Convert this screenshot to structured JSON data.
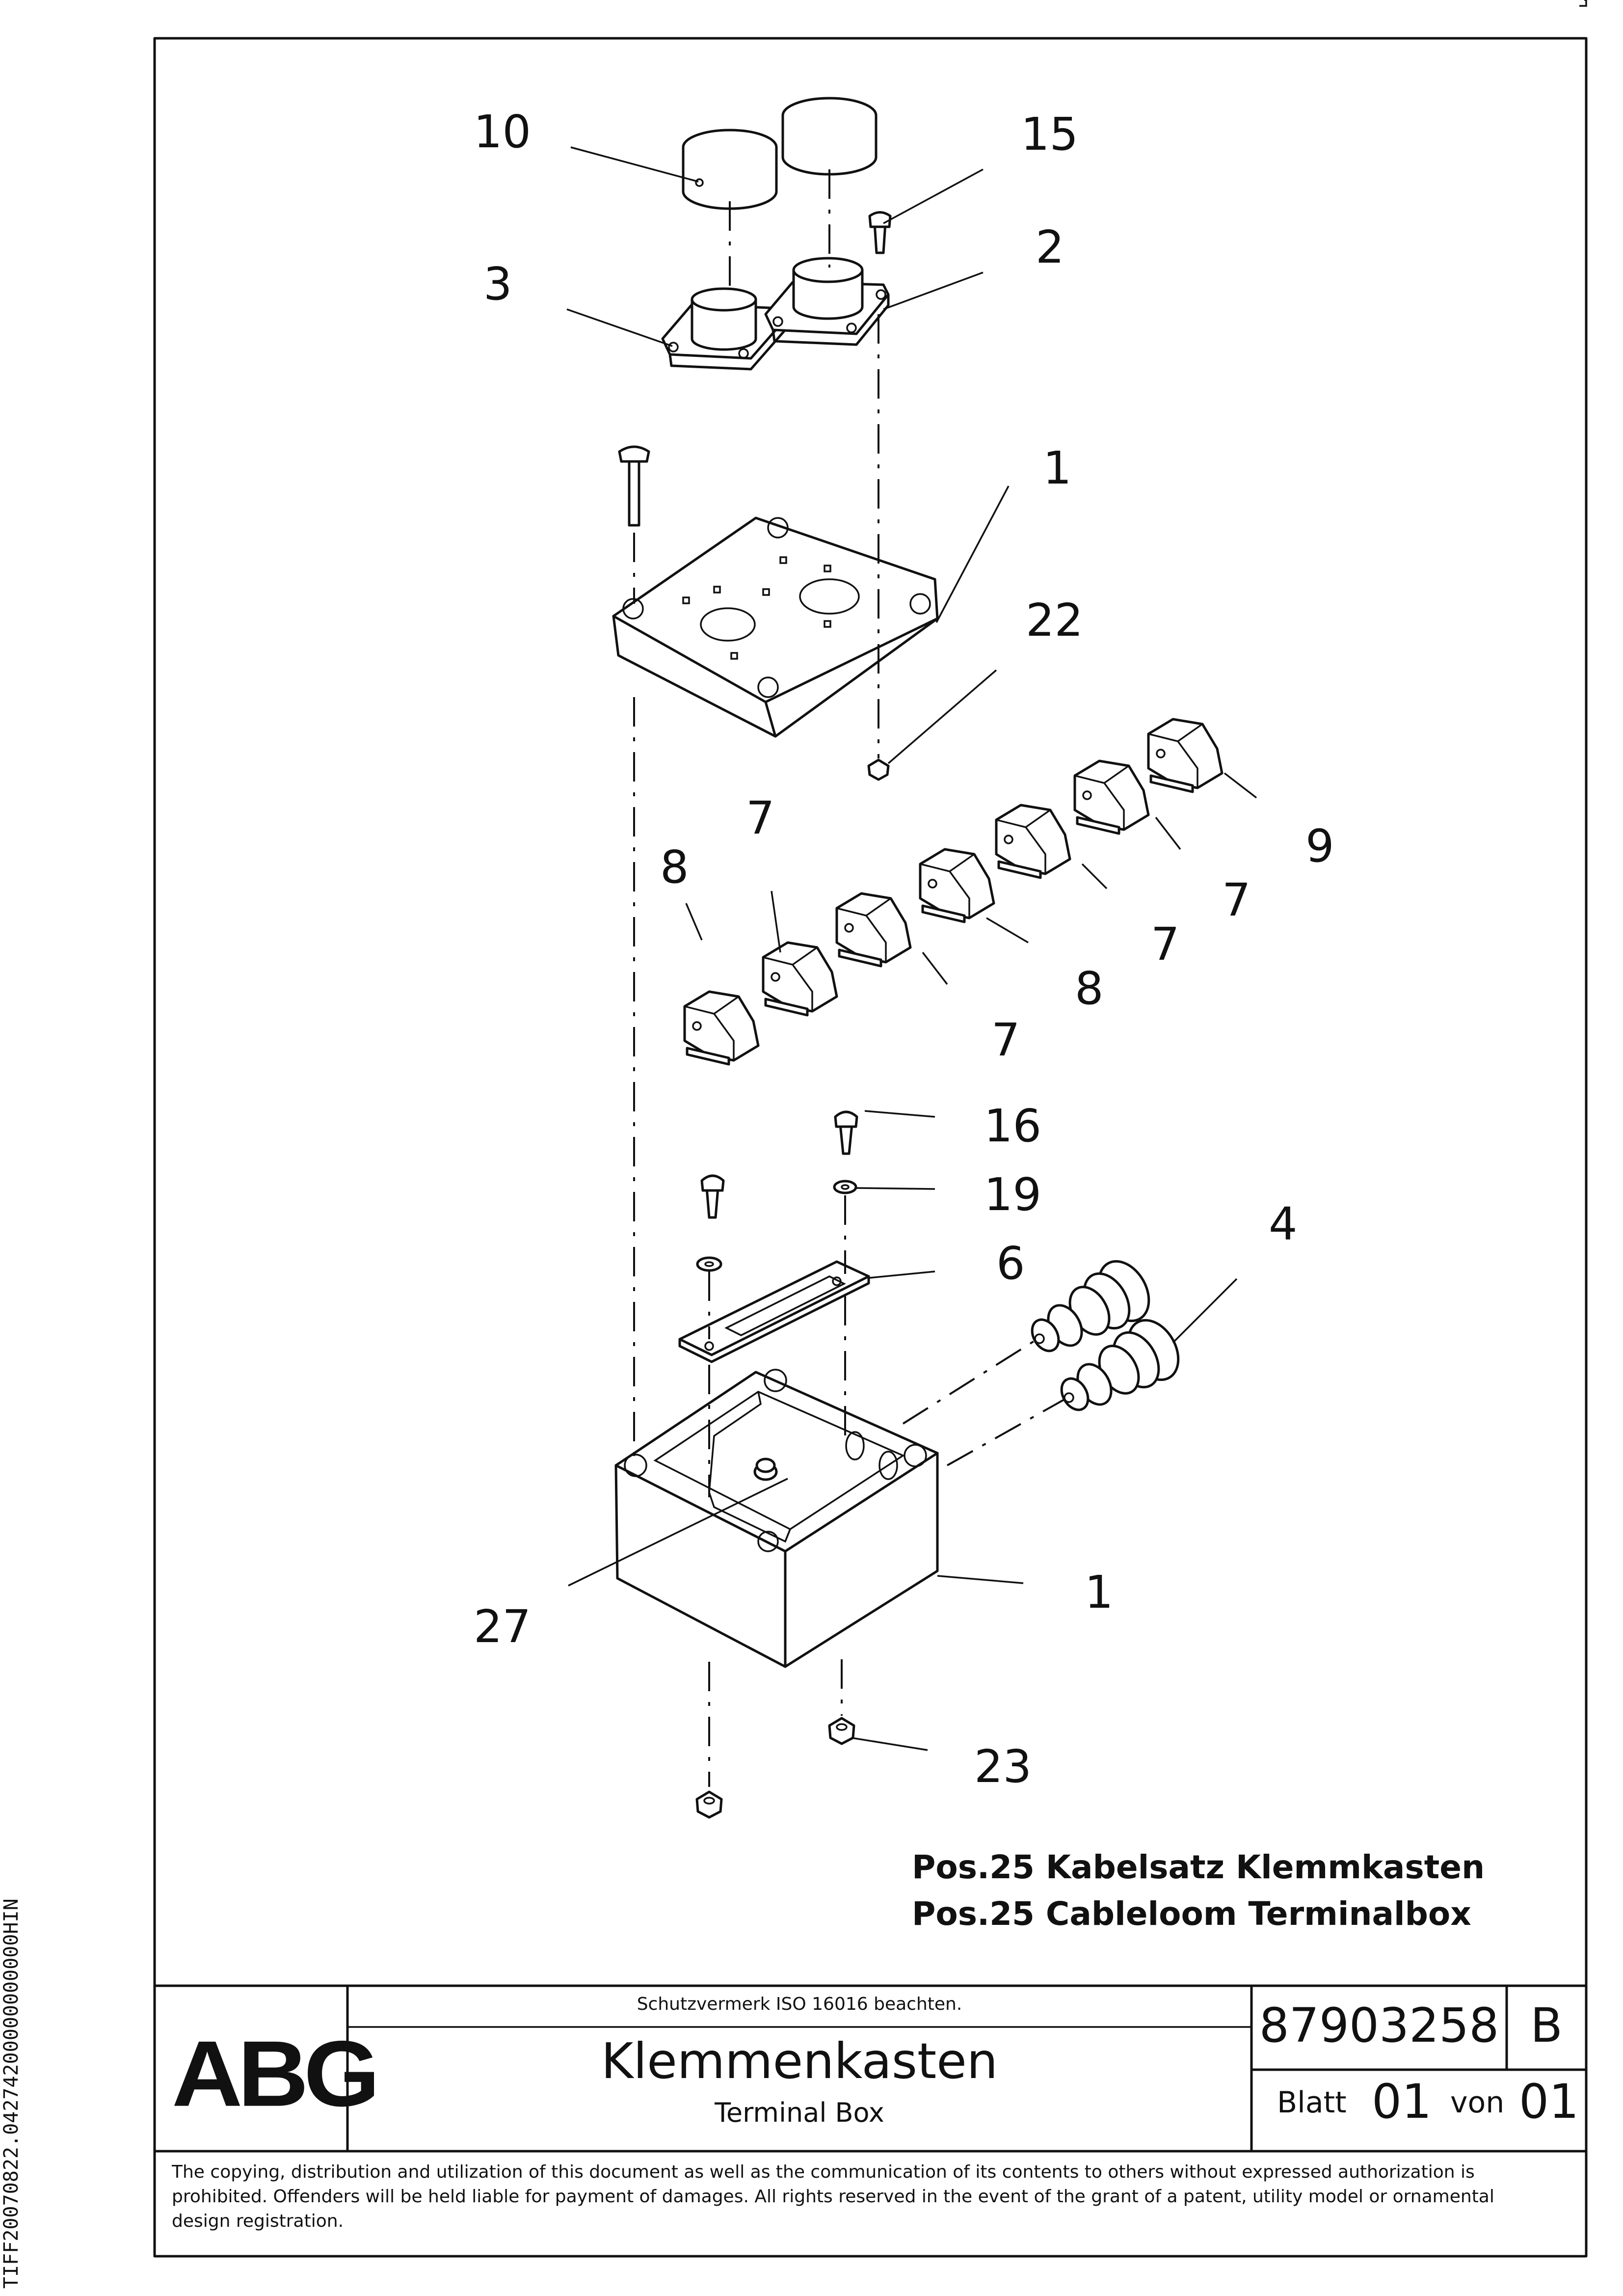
{
  "callouts": [
    {
      "id": "c10",
      "label": "10"
    },
    {
      "id": "c15",
      "label": "15"
    },
    {
      "id": "c3",
      "label": "3"
    },
    {
      "id": "c2",
      "label": "2"
    },
    {
      "id": "c1a",
      "label": "1"
    },
    {
      "id": "c22",
      "label": "22"
    },
    {
      "id": "c7a",
      "label": "7"
    },
    {
      "id": "c8a",
      "label": "8"
    },
    {
      "id": "c9",
      "label": "9"
    },
    {
      "id": "c7b",
      "label": "7"
    },
    {
      "id": "c7c",
      "label": "7"
    },
    {
      "id": "c8b",
      "label": "8"
    },
    {
      "id": "c7d",
      "label": "7"
    },
    {
      "id": "c16",
      "label": "16"
    },
    {
      "id": "c19",
      "label": "19"
    },
    {
      "id": "c6",
      "label": "6"
    },
    {
      "id": "c4",
      "label": "4"
    },
    {
      "id": "c1b",
      "label": "1"
    },
    {
      "id": "c27",
      "label": "27"
    },
    {
      "id": "c23",
      "label": "23"
    }
  ],
  "notes": {
    "pos_de": "Pos.25 Kabelsatz Klemmkasten",
    "pos_en": "Pos.25 Cableloom Terminalbox"
  },
  "title_block": {
    "logo": "ABG",
    "protection_note": "Schutzvermerk ISO 16016 beachten.",
    "title_de": "Klemmenkasten",
    "title_en": "Terminal Box",
    "drawing_number": "87903258",
    "revision": "B",
    "sheet_label": "Blatt",
    "sheet_number": "01",
    "of_label": "von",
    "sheet_total": "01"
  },
  "footer_text": "The copying, distribution and utilization of this document as well as the communication of its contents to others without expressed authorization is prohibited. Offenders will be held liable for payment of damages. All rights reserved in the event of the grant of a patent, utility model or ornamental design registration.",
  "side_code": "TIFF20070822.04274200000000000HIN"
}
